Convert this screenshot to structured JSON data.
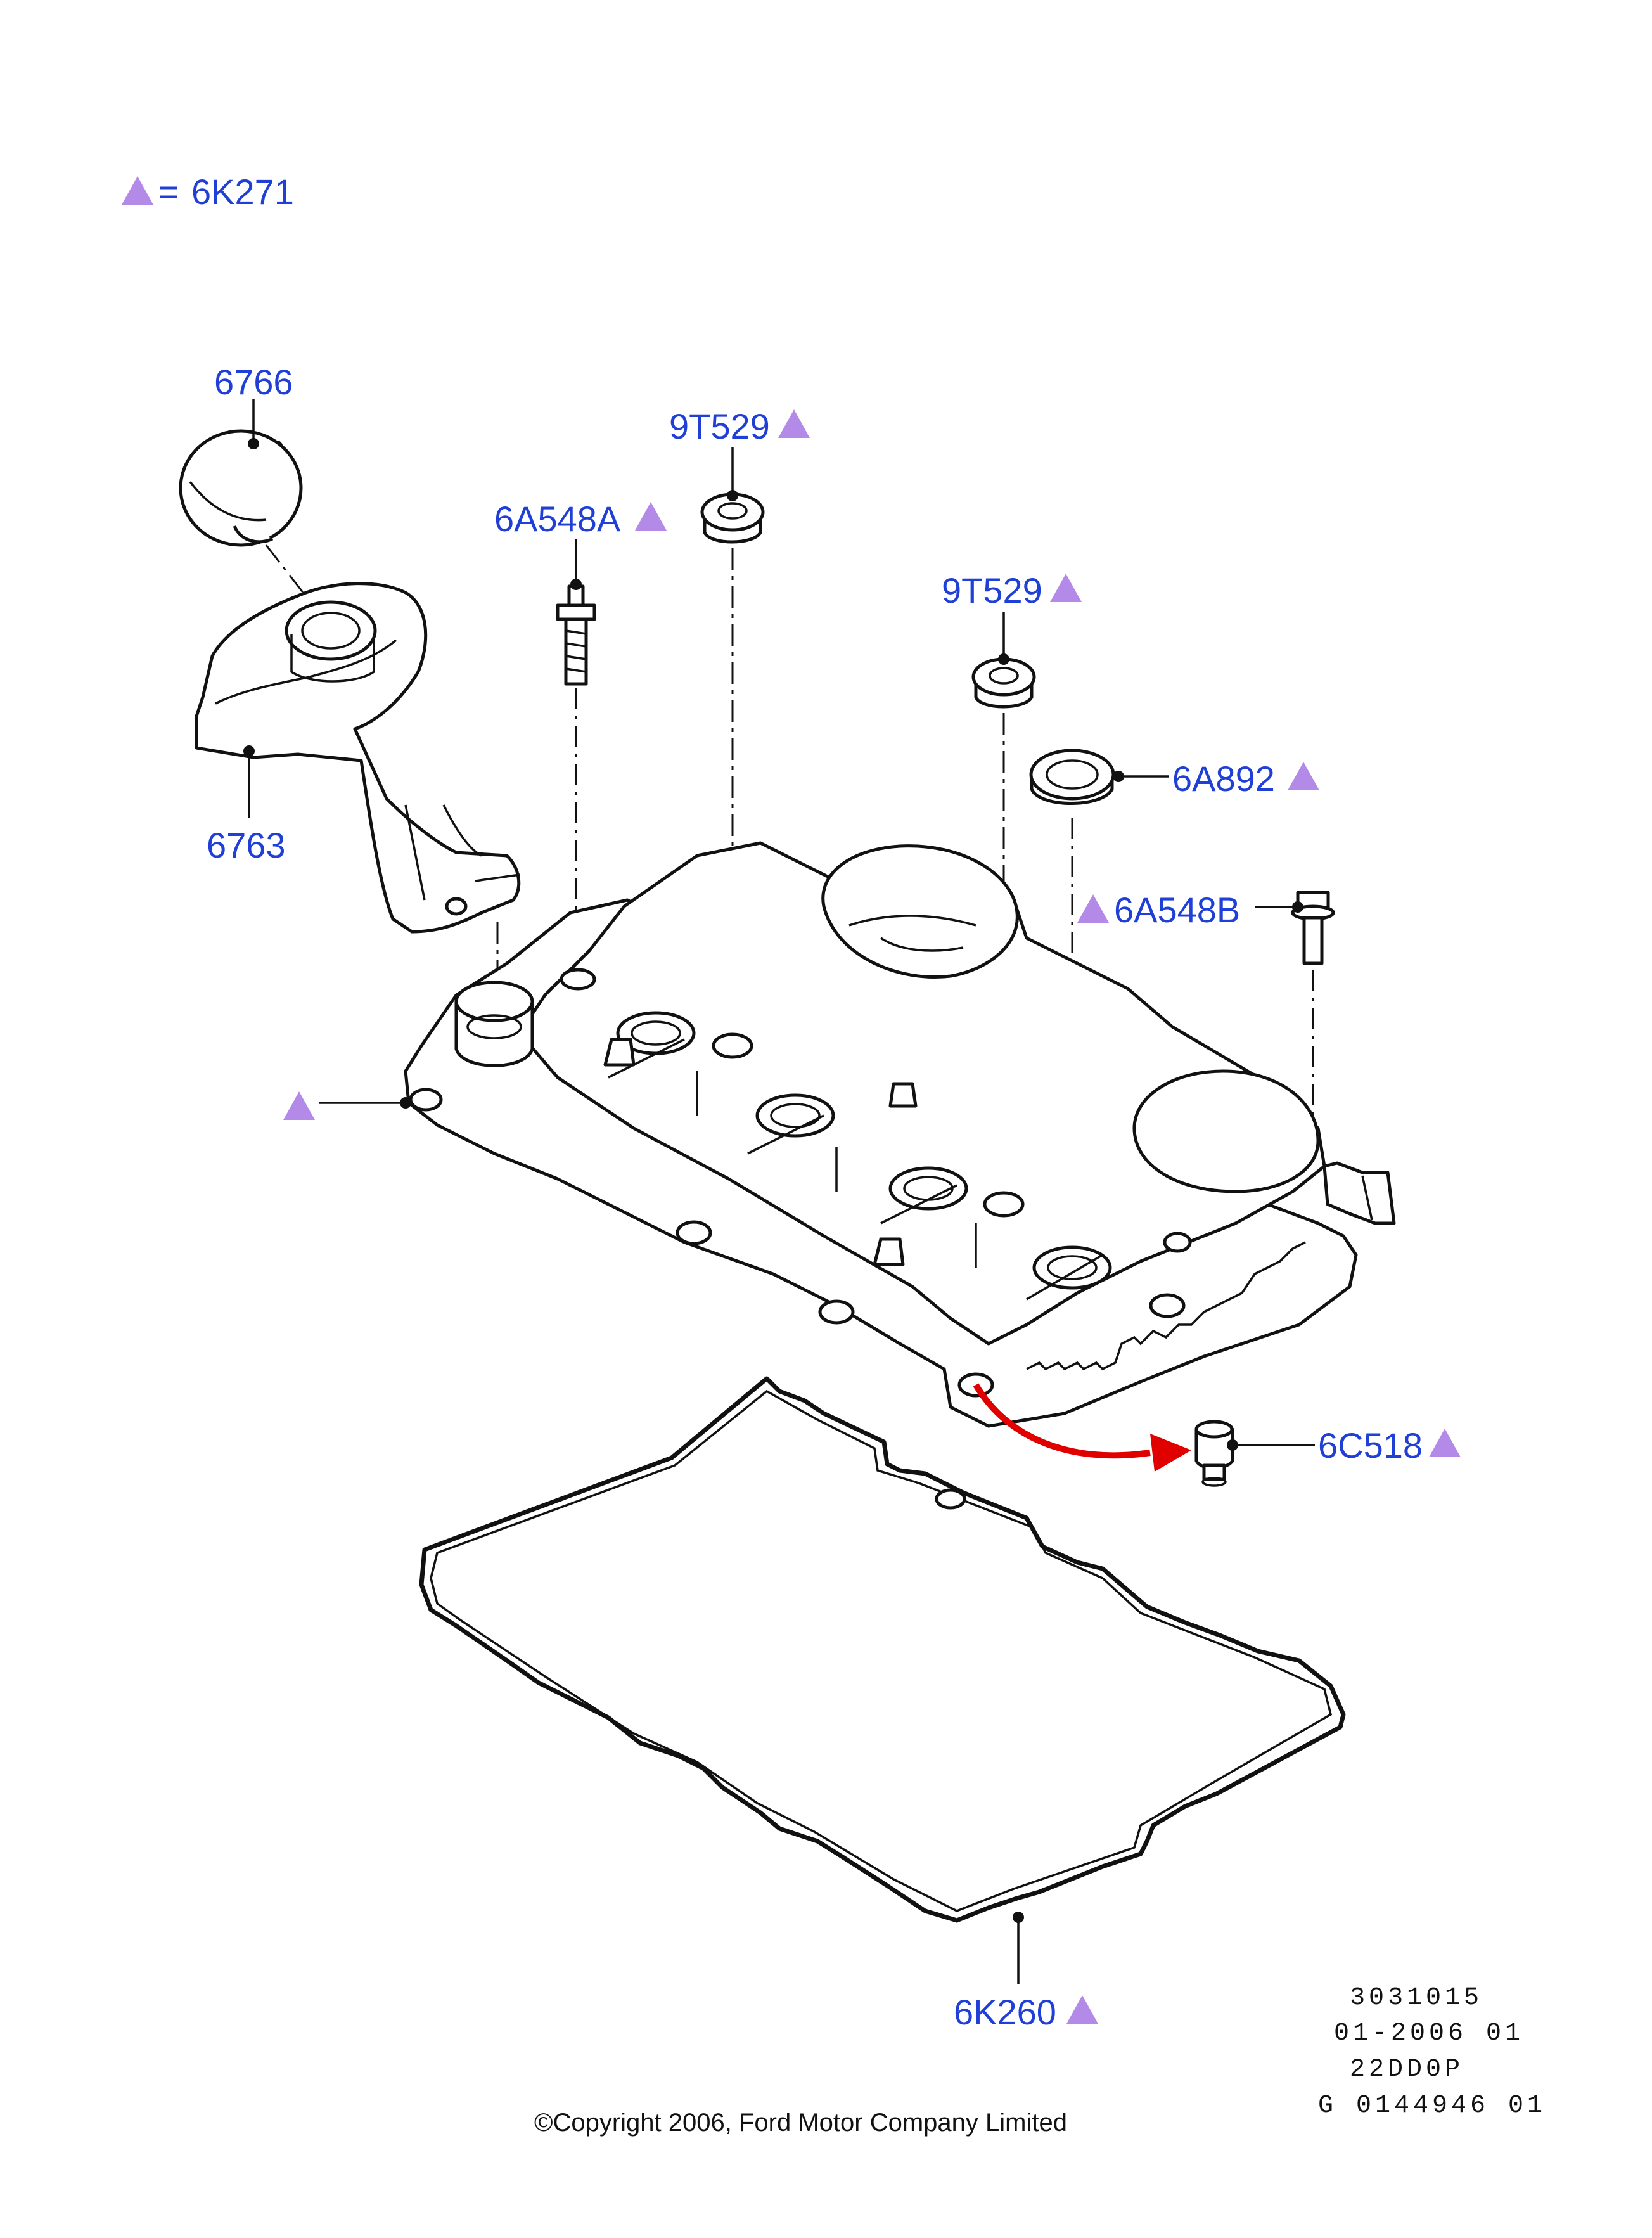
{
  "legend": {
    "symbol": "triangle-icon",
    "equals": "=",
    "code": "6K271"
  },
  "callouts": [
    {
      "id": "oil-filler-cap",
      "label": "6766",
      "triangle": false
    },
    {
      "id": "oil-filler-tube",
      "label": "6763",
      "triangle": false
    },
    {
      "id": "stud-a",
      "label": "6A548A",
      "triangle": true
    },
    {
      "id": "grommet-top",
      "label": "9T529",
      "triangle": true
    },
    {
      "id": "grommet-mid",
      "label": "9T529",
      "triangle": true
    },
    {
      "id": "seal",
      "label": "6A892",
      "triangle": true
    },
    {
      "id": "bolt-b",
      "label": "6A548B",
      "triangle": true
    },
    {
      "id": "spacer",
      "label": "6C518",
      "triangle": true
    },
    {
      "id": "gasket",
      "label": "6K260",
      "triangle": true
    }
  ],
  "reference": [
    "3031015",
    "01-2006 01",
    "22DD0P",
    "G 0144946 01"
  ],
  "copyright": "©Copyright 2006, Ford Motor Company Limited",
  "colors": {
    "label": "#1f3fd6",
    "marker": "#b48ae8",
    "arrow": "#e00000"
  }
}
